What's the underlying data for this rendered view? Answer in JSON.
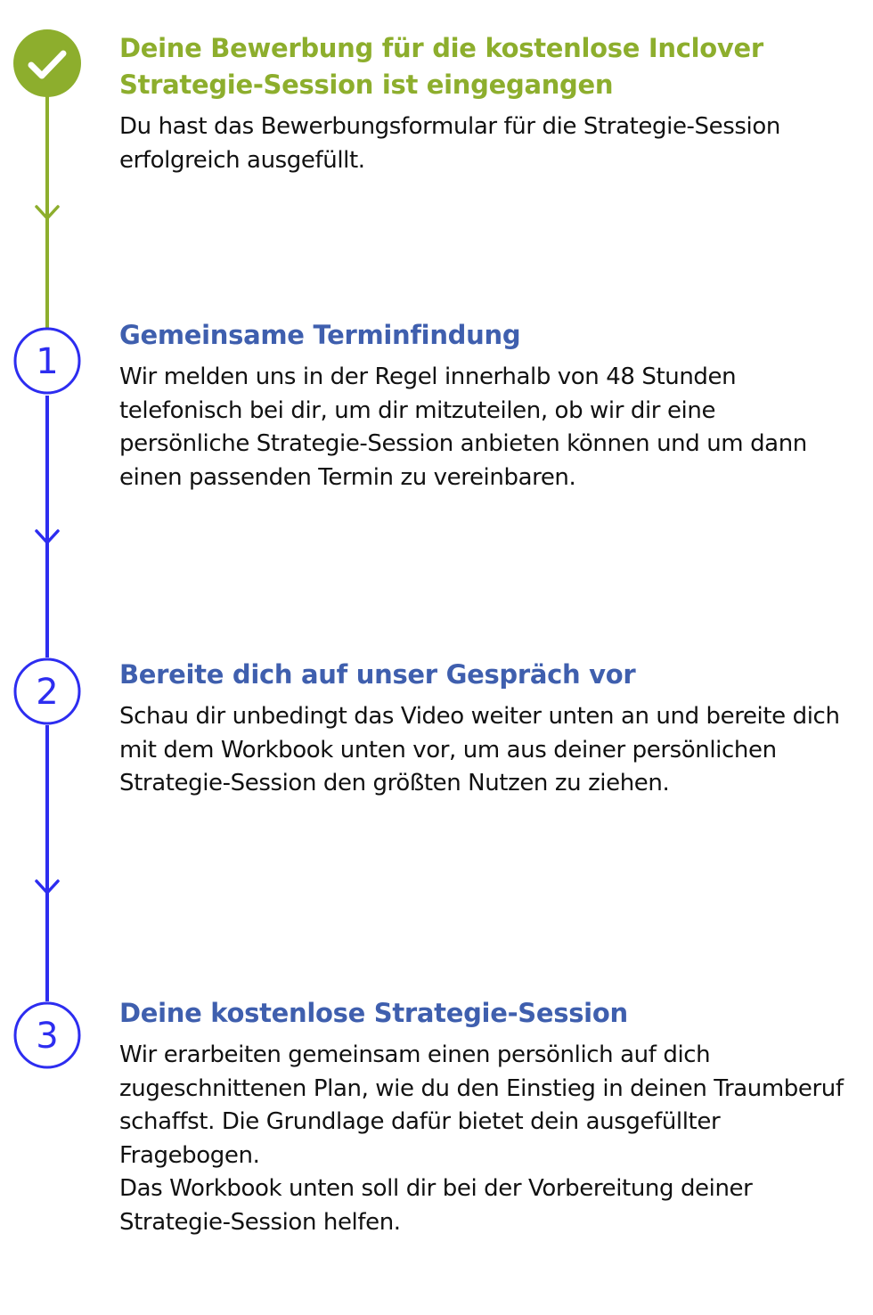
{
  "colors": {
    "done_green": "#8dae2d",
    "timeline_blue": "#2d2df0",
    "title_blue": "#3f5fae",
    "text": "#111111"
  },
  "steps": [
    {
      "status": "done",
      "marker_icon": "checkmark-icon",
      "marker_label": "",
      "title": "Deine Bewerbung für die kostenlose Inclover Strategie-Session ist eingegangen",
      "description": "Du hast das Bewerbungsformular für die Strategie-Session erfolgreich ausgefüllt."
    },
    {
      "status": "pending",
      "marker_icon": "",
      "marker_label": "1",
      "title": "Gemeinsame Terminfindung",
      "description": "Wir melden uns in der Regel innerhalb von 48 Stunden telefonisch bei dir, um dir mitzuteilen, ob wir dir eine persönliche Strategie-Session anbieten können und um dann einen passenden Termin zu vereinbaren."
    },
    {
      "status": "pending",
      "marker_icon": "",
      "marker_label": "2",
      "title": "Bereite dich auf unser Gespräch vor",
      "description": "Schau dir unbedingt das Video weiter unten an und bereite dich mit dem Workbook unten vor, um aus deiner persönlichen Strategie-Session den größten Nutzen zu ziehen."
    },
    {
      "status": "pending",
      "marker_icon": "",
      "marker_label": "3",
      "title": "Deine kostenlose Strategie-Session",
      "description": "Wir erarbeiten gemeinsam einen persönlich auf dich zugeschnittenen Plan, wie du den Einstieg in deinen Traumberuf schaffst. Die Grundlage dafür bietet dein ausgefüllter Fragebogen.",
      "description_extra": "Das Workbook unten soll dir bei der Vorbereitung deiner Strategie-Session helfen."
    }
  ]
}
